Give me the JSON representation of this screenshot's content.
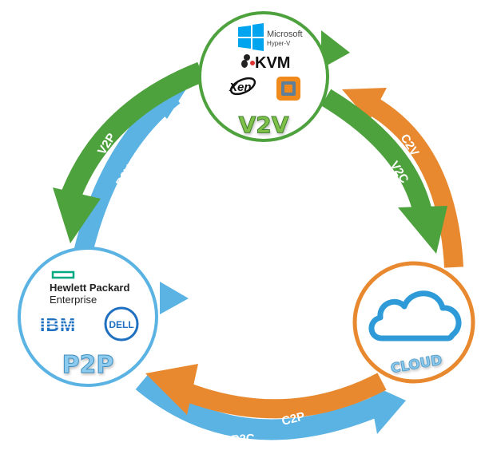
{
  "nodes": {
    "v2v": {
      "title": "V2V",
      "color": "#4ea23e",
      "logos": {
        "microsoft": "Microsoft",
        "hyperv": "Hyper-V",
        "kvm": "KVM",
        "xen": "Xen"
      },
      "icons": [
        "windows-logo-icon",
        "kvm-penguin-icon",
        "xen-logo-icon",
        "vmware-logo-icon"
      ]
    },
    "p2p": {
      "title": "P2P",
      "color": "#5bb3e4",
      "logos": {
        "hpe_line1": "Hewlett Packard",
        "hpe_line2": "Enterprise",
        "ibm": "IBM",
        "dell": "DELL"
      },
      "icons": [
        "hpe-logo-icon",
        "ibm-logo-icon",
        "dell-logo-icon"
      ]
    },
    "cloud": {
      "title": "CLOUD",
      "color": "#e8892f",
      "icons": [
        "cloud-icon"
      ]
    }
  },
  "arrows": {
    "v2p": "V2P",
    "p2v": "P2V",
    "c2v": "C2V",
    "v2c": "V2C",
    "c2p": "C2P",
    "p2c": "P2C"
  },
  "colors": {
    "green": "#4ea23e",
    "blue": "#5bb3e4",
    "orange": "#e8892f"
  }
}
